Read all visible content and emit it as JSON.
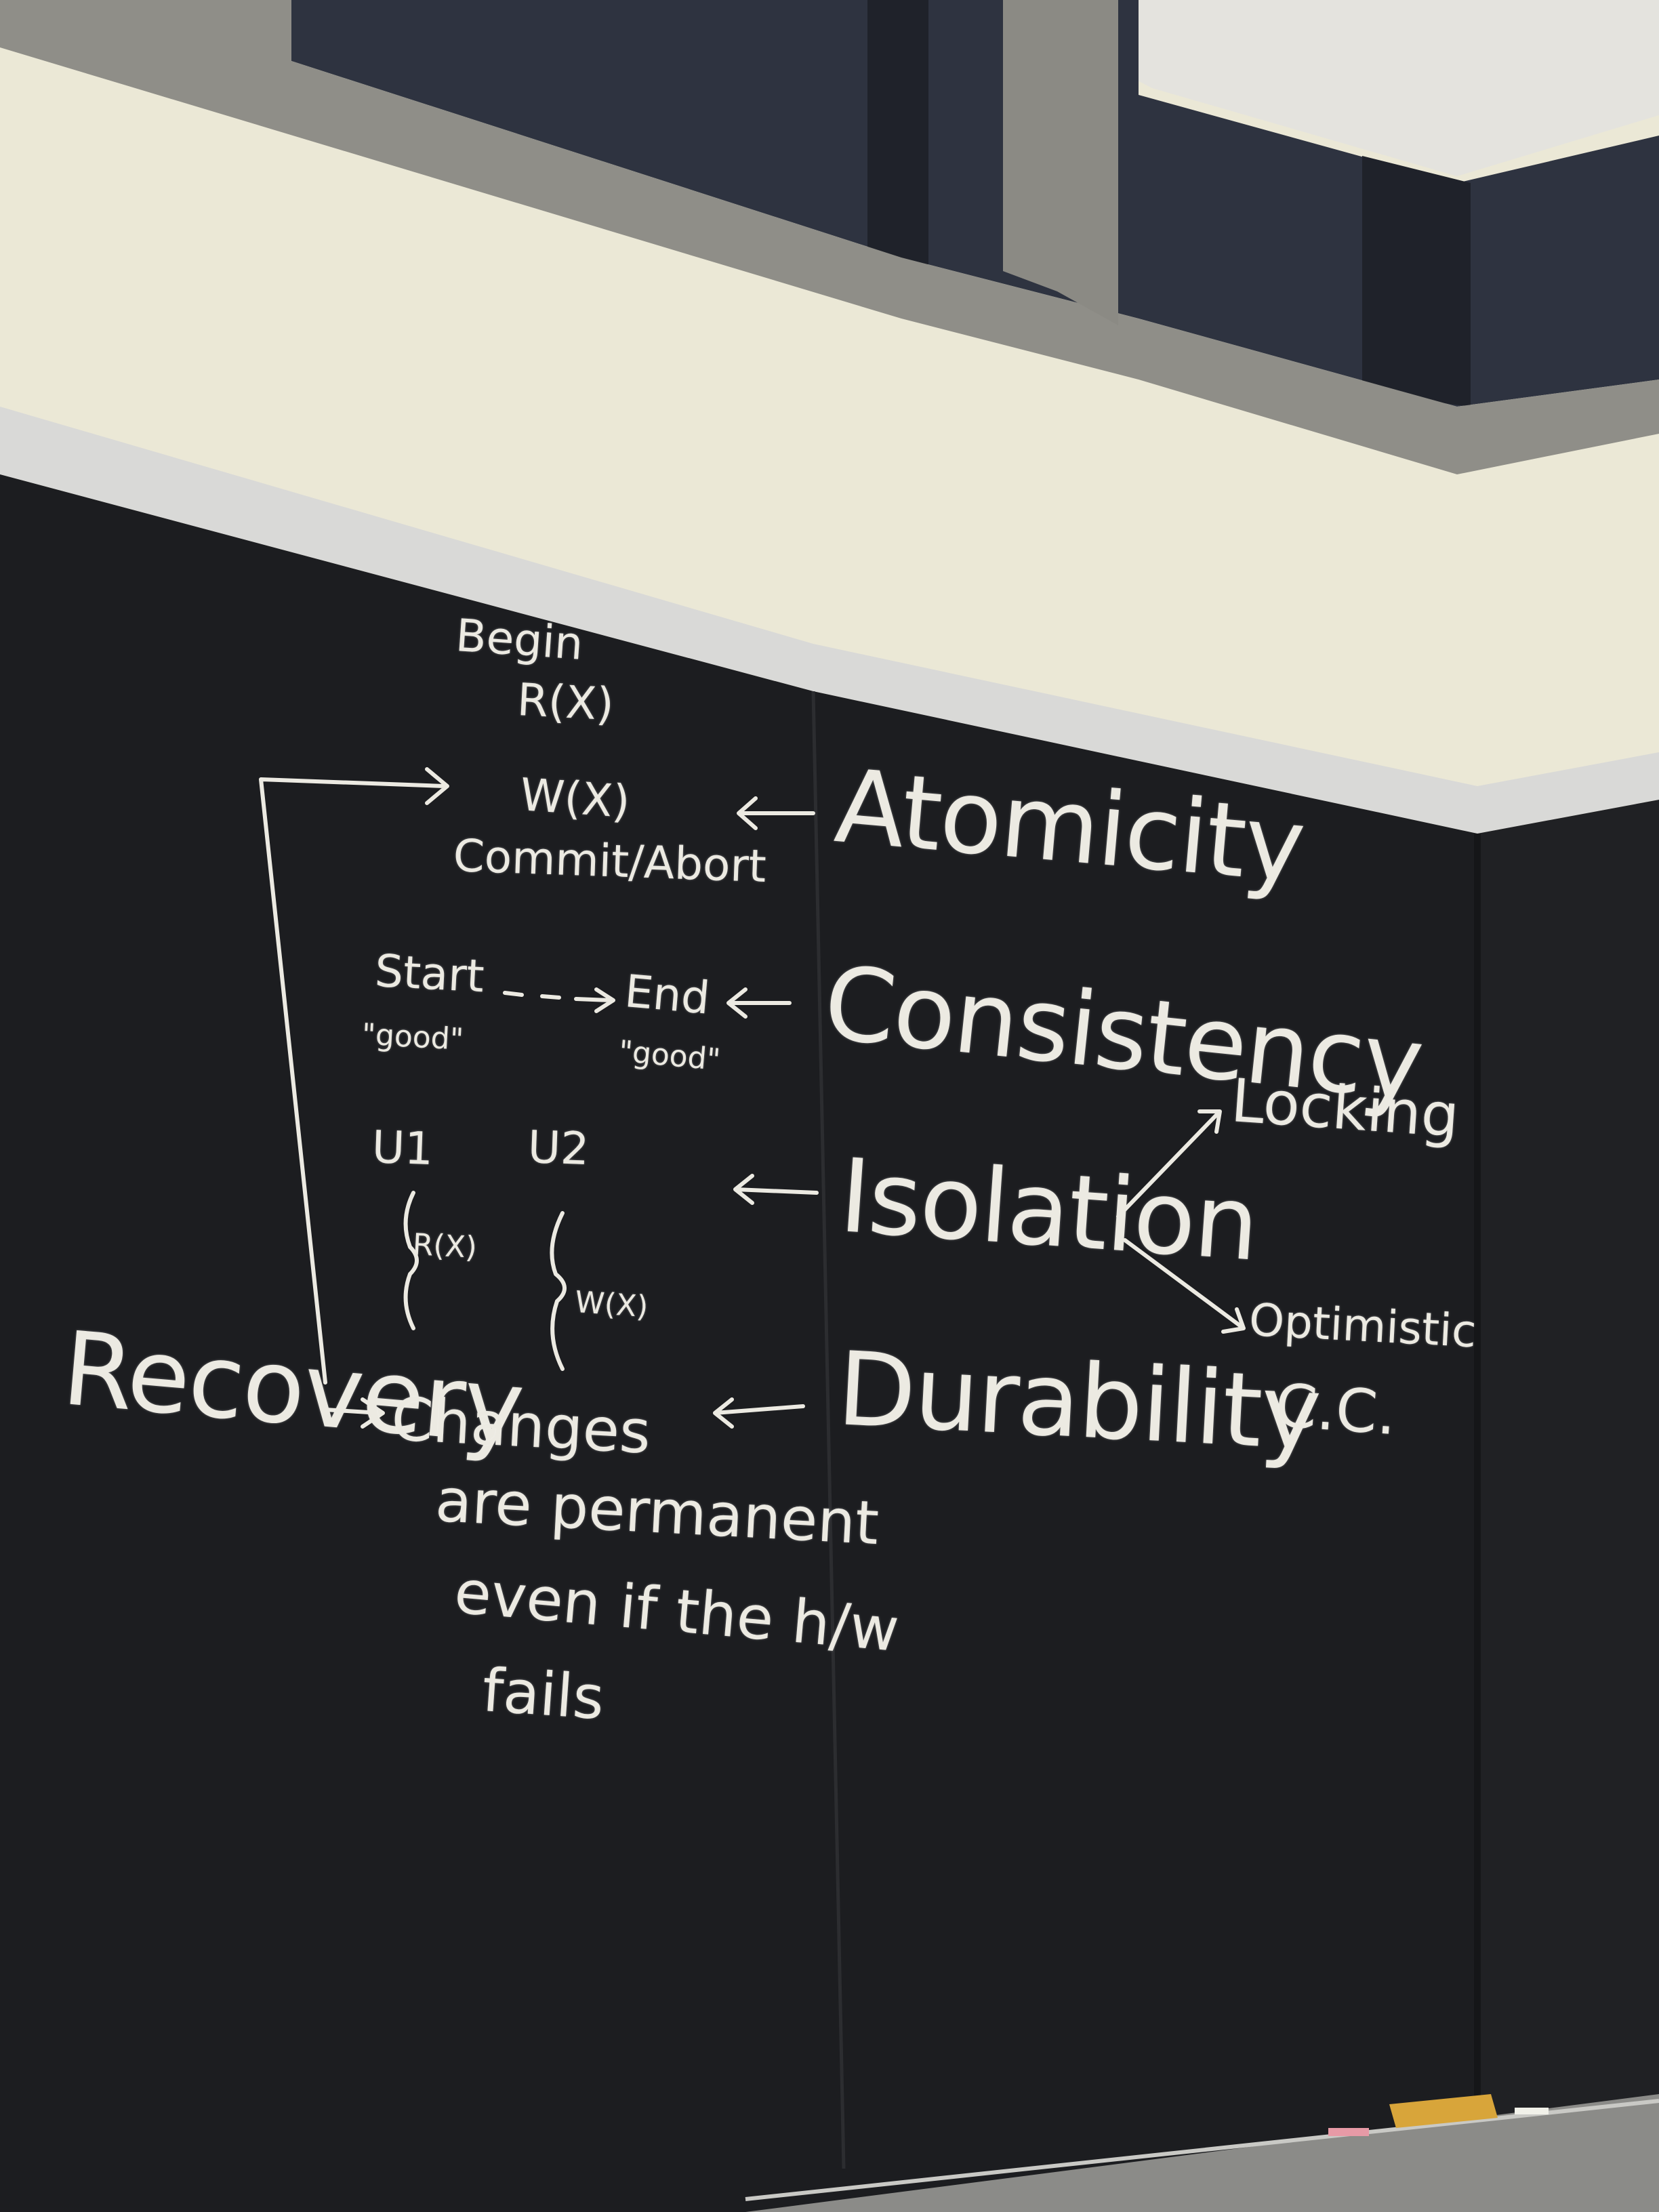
{
  "board": {
    "acid": {
      "atomicity": "Atomicity",
      "consistency": "Consistency",
      "isolation": "Isolation",
      "durability": "Durability"
    },
    "transaction": {
      "begin": "Begin",
      "read": "R(X)",
      "write": "W(X)",
      "commit": "Commit/Abort"
    },
    "consistency_detail": {
      "start": "Start",
      "start_good": "\"good\"",
      "end": "End",
      "end_good": "\"good\""
    },
    "isolation_detail": {
      "user1": "U1",
      "user2": "U2",
      "u1_op": "R(X)",
      "u2_op": "W(X)"
    },
    "isolation_methods": {
      "locking": "Locking",
      "optimistic": "Optimistic",
      "cc": "C.C."
    },
    "durability_detail": {
      "recovery": "Recovery",
      "changes": "Changes",
      "line2": "are permanent",
      "line3": "even if the h/w",
      "line4": "fails"
    }
  },
  "colors": {
    "chalkboard": "#1c1d20",
    "chalk": "#eceae2",
    "wall": "#ebe8d6",
    "window": "#2e3340",
    "concrete": "#8f8e88"
  }
}
